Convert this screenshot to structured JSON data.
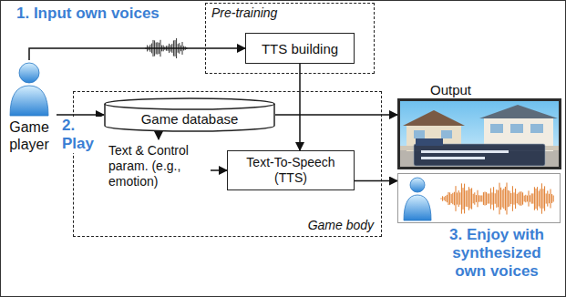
{
  "diagram": {
    "nodes": [
      {
        "text": [
          "Pre-training"
        ]
      },
      {
        "text": [
          "TTS building"
        ],
        "in": 0
      },
      {
        "text": [
          "Game body"
        ]
      },
      {
        "text": [
          "Game database"
        ],
        "in": 2
      },
      {
        "text": [
          "Text & Control param. (e.g., emotion)"
        ],
        "in": 2
      },
      {
        "text": [
          "Text-To-Speech (TTS)"
        ],
        "in": 2
      },
      {
        "text": [
          "Game player"
        ]
      },
      {
        "text": [
          "Output"
        ]
      },
      {
        "text": [
          "3. Enjoy with synthesized own voices"
        ]
      }
    ],
    "edges": [
      {
        "from": 6,
        "to": 1,
        "arrow": "to"
      },
      {
        "from": 6,
        "to": 3,
        "arrow": "to"
      },
      {
        "from": 3,
        "to": 4,
        "arrow": "to"
      },
      {
        "from": 4,
        "to": 5,
        "arrow": "to"
      },
      {
        "from": 1,
        "to": 5,
        "arrow": "to"
      },
      {
        "from": 3,
        "to": 7,
        "arrow": "to"
      },
      {
        "from": 5,
        "to": 8,
        "arrow": "to"
      }
    ],
    "labels": [
      "1. Input own voices",
      "2. Play"
    ]
  }
}
